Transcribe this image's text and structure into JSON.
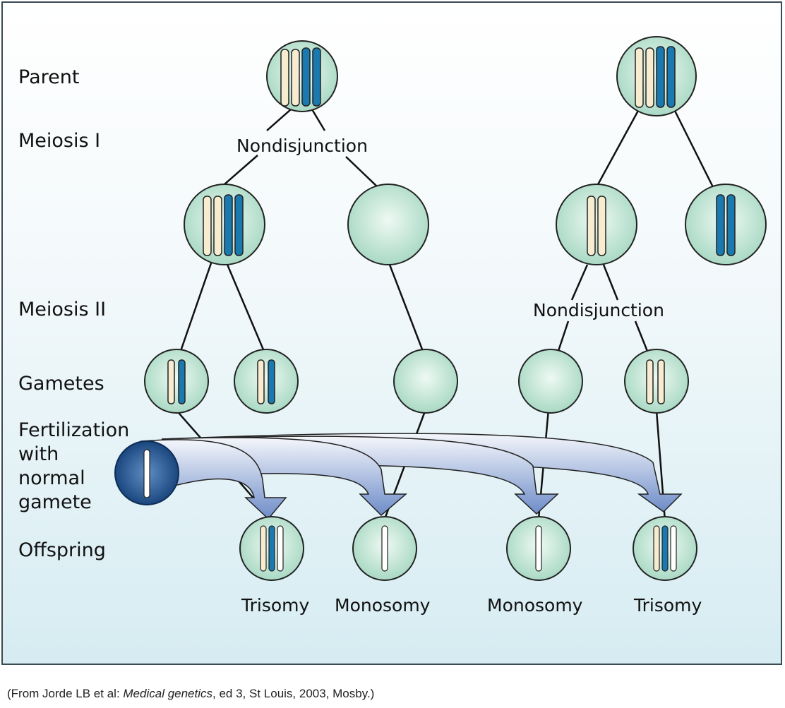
{
  "row_labels": {
    "parent": "Parent",
    "meiosis1": "Meiosis I",
    "meiosis2": "Meiosis II",
    "gametes": "Gametes",
    "fertilization": [
      "Fertilization",
      "with",
      "normal",
      "gamete"
    ],
    "offspring": "Offspring"
  },
  "events": {
    "left_meiosis1": "Nondisjunction",
    "right_meiosis2": "Nondisjunction"
  },
  "outcomes": [
    "Trisomy",
    "Monosomy",
    "Monosomy",
    "Trisomy"
  ],
  "caption": {
    "prefix": "(From Jorde LB et al: ",
    "title": "Medical genetics",
    "suffix": ", ed 3, St Louis, 2003, Mosby.)"
  },
  "colors": {
    "cell_fill": "#b9e0cf",
    "maternal_chromosome": "#f7ecd0",
    "paternal_chromosome": "#1a7ab0",
    "normal_gamete": "#1b4f8a",
    "arrow": "#8ea6d6"
  }
}
